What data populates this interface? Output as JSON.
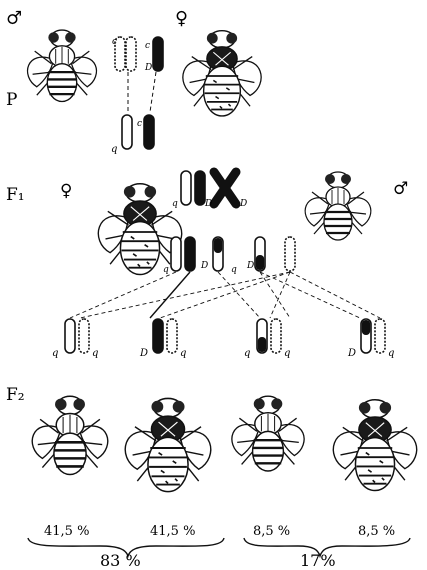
{
  "generations": {
    "p": "P",
    "f1": "F₁",
    "f2": "F₂"
  },
  "sex_symbols": {
    "male": "♂",
    "female": "♀"
  },
  "alleles": {
    "c": "c",
    "d": "D",
    "q": "q"
  },
  "f2_percentages": [
    "41,5 %",
    "41,5 %",
    "8,5 %",
    "8,5 %"
  ],
  "group_totals": [
    "83 %",
    "17%"
  ]
}
